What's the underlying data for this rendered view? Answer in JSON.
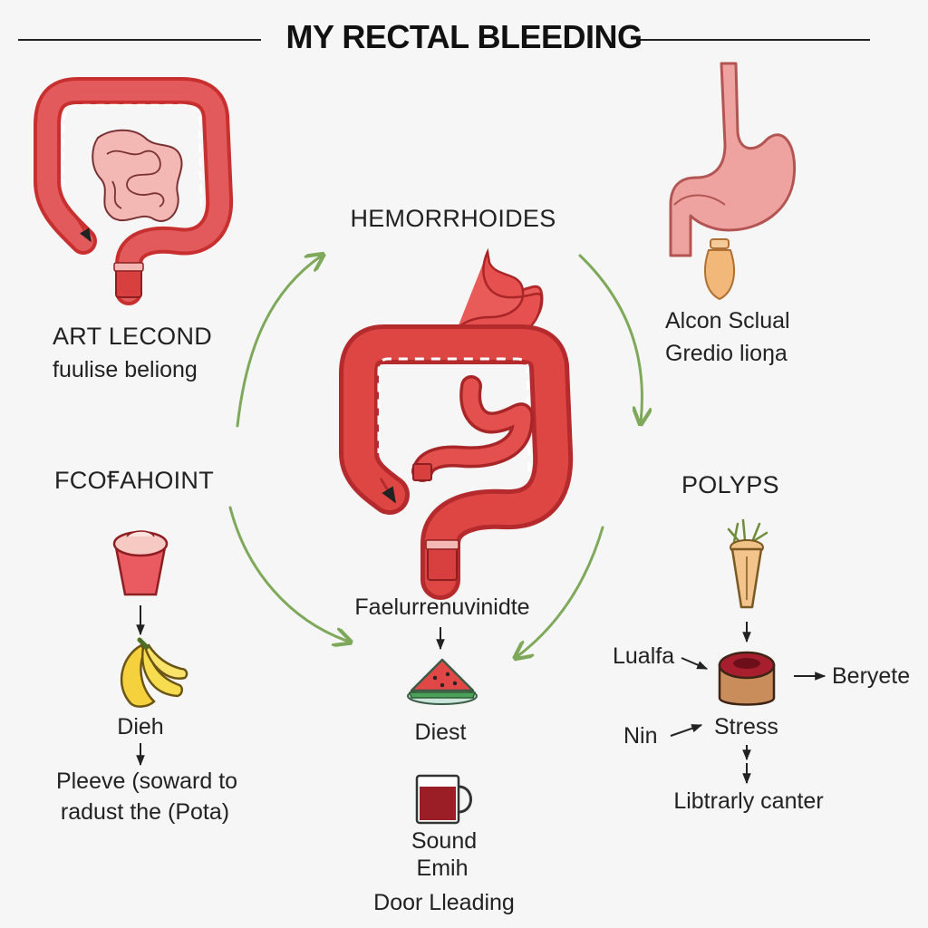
{
  "title": "MY RECTAL BLEEDING",
  "colors": {
    "colon_red": "#d8403f",
    "colon_dark": "#b52a2c",
    "colon_light": "#e5676a",
    "stomach_pink": "#ea8f8c",
    "intestine_pink": "#f3b7b4",
    "arrow_green": "#7fa95a",
    "background": "#f6f6f6"
  },
  "top_left": {
    "line1": "ART LECOND",
    "line2": "fuulise beliong"
  },
  "center": {
    "heading": "HEMORRHOIDES",
    "sub_heading": "Faelurrenuvinidte",
    "item1": "Diest",
    "item2": "Sound",
    "item3": "Emih",
    "item4": "Door Lleading"
  },
  "top_right": {
    "line1": "Alcon Sclual",
    "line2": "Gredio lioŋa"
  },
  "left": {
    "heading": "FCOꞘAHOINT",
    "item1": "Dieh",
    "item2_line1": "Pleeve (soward to",
    "item2_line2": "radust the (Pota)"
  },
  "right": {
    "heading": "POLYPS",
    "left_label": "Lualfa",
    "right_label": "Beryete",
    "middle_left": "Nin",
    "middle": "Stress",
    "bottom": "Libtrarly canter"
  },
  "icons": {
    "top_left": "colon-with-intestines-icon",
    "center": "colon-with-stomach-icon",
    "top_right": "stomach-icon",
    "cup": "cup-icon",
    "banana": "banana-icon",
    "watermelon": "watermelon-slice-icon",
    "mug": "mug-icon",
    "bottle": "small-bottle-icon",
    "root": "root-vegetable-icon",
    "cake": "cake-icon"
  }
}
